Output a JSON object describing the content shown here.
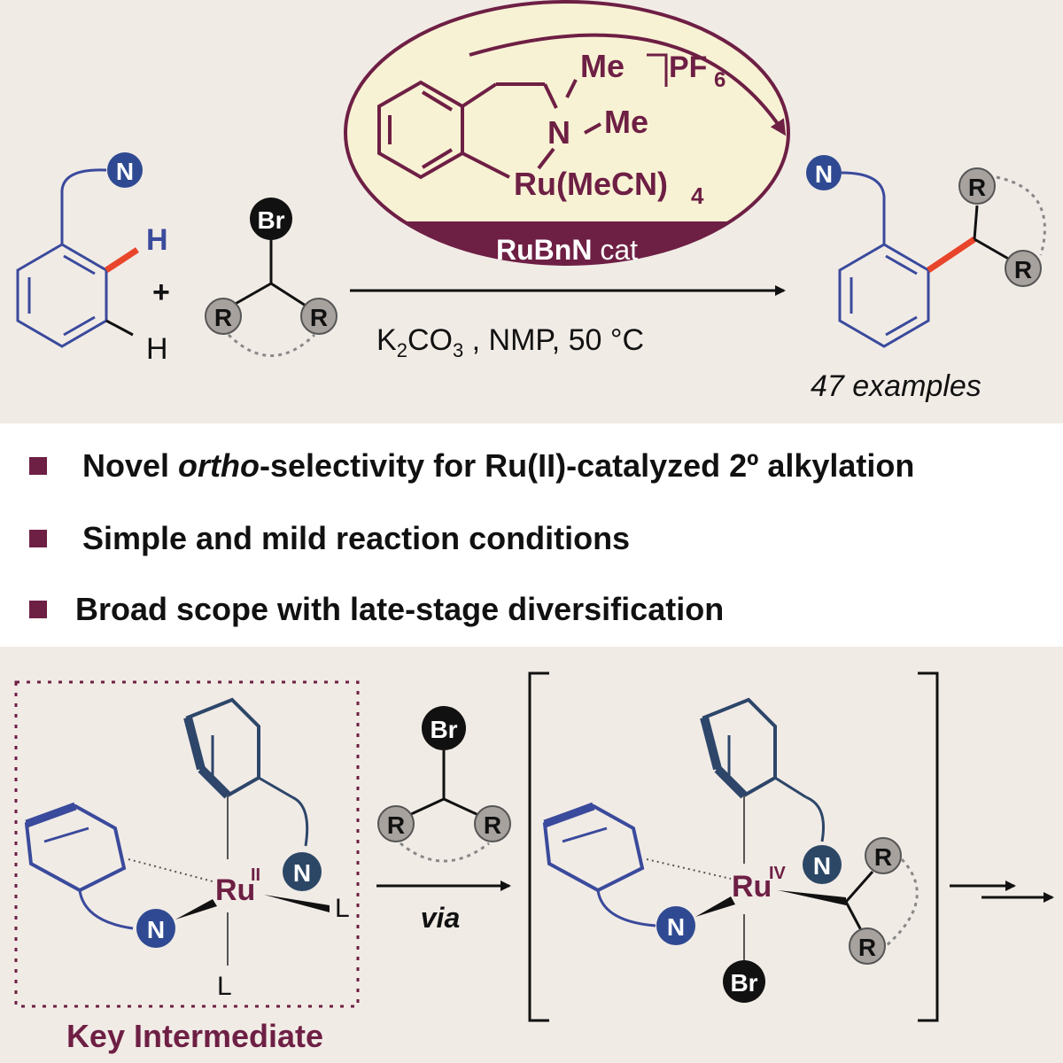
{
  "reaction": {
    "catalyst": {
      "me_top": "Me",
      "counterion": "PF",
      "counterion_sub": "6",
      "n": "N",
      "me_right": "Me",
      "ru_ligand": "Ru(MeCN)",
      "ru_ligand_sub": "4",
      "label_bold": "RuBnN",
      "label_rest": " cat"
    },
    "substrate": {
      "n_label": "N",
      "h_top": "H",
      "h_bottom": "H",
      "plus": "+"
    },
    "bromide": {
      "br": "Br",
      "r1": "R",
      "r2": "R"
    },
    "conditions": {
      "k": "K",
      "k_sub": "2",
      "co": "CO",
      "co_sub": "3",
      "rest": " , NMP, 50 °C"
    },
    "product": {
      "n_label": "N",
      "r1": "R",
      "r2": "R",
      "examples": "47 examples"
    }
  },
  "bullets": [
    {
      "before": "Novel ",
      "italic": "ortho",
      "after": "-selectivity for Ru(II)-catalyzed 2º alkylation"
    },
    {
      "before": "Simple and mild reaction conditions",
      "italic": "",
      "after": ""
    },
    {
      "before": "Broad scope with late-stage diversification",
      "italic": "",
      "after": ""
    }
  ],
  "mechanism": {
    "key_intermediate": {
      "ru": "Ru",
      "ox": "II",
      "n_left": "N",
      "n_top": "N",
      "l_right": "L",
      "l_bottom": "L",
      "caption": "Key Intermediate"
    },
    "reagent": {
      "br": "Br",
      "r1": "R",
      "r2": "R",
      "via": "via"
    },
    "transition": {
      "ru": "Ru",
      "ox": "IV",
      "n_left": "N",
      "n_top": "N",
      "br": "Br",
      "r1": "R",
      "r2": "R"
    }
  },
  "colors": {
    "accent_maroon": "#6e1f44",
    "ligand_blue": "#3a4a9c",
    "n_circle_blue": "#2f4a92",
    "highlight_red": "#e8452a",
    "catalyst_yellow": "#f8f2d4",
    "r_circle_gray": "#a8a29e"
  }
}
